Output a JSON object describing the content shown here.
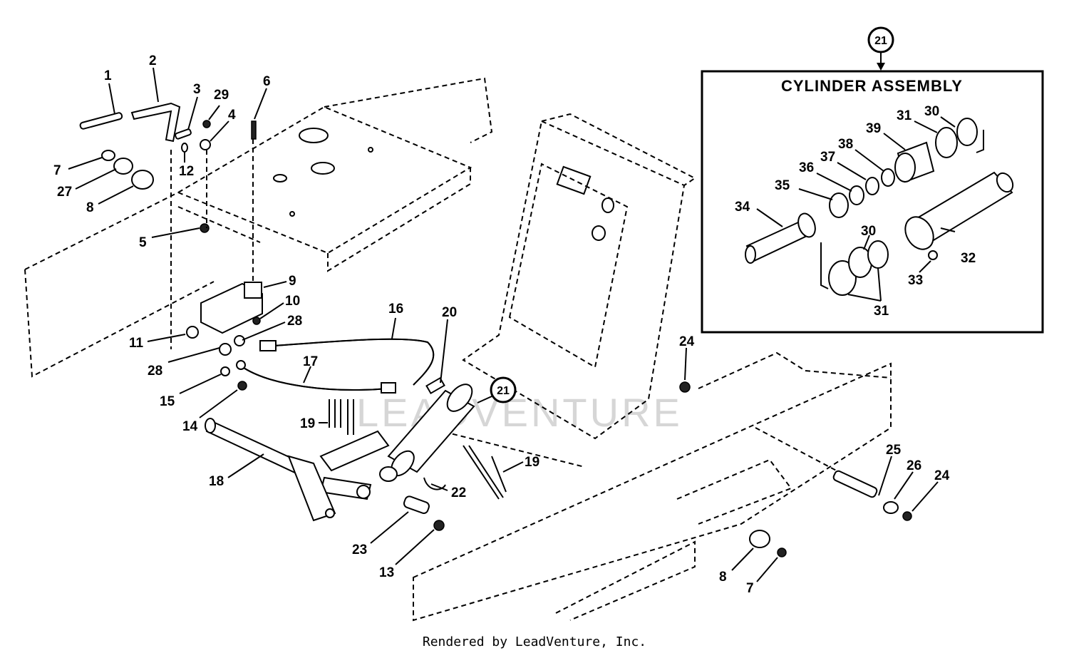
{
  "inset": {
    "title": "CYLINDER ASSEMBLY",
    "callout": "21"
  },
  "main_callout": "21",
  "labels": {
    "l1": "1",
    "l2": "2",
    "l3": "3",
    "l29": "29",
    "l4": "4",
    "l6": "6",
    "l7a": "7",
    "l27": "27",
    "l8a": "8",
    "l12": "12",
    "l5": "5",
    "l9": "9",
    "l10": "10",
    "l28a": "28",
    "l11": "11",
    "l28b": "28",
    "l15": "15",
    "l14": "14",
    "l16": "16",
    "l17": "17",
    "l20": "20",
    "l19a": "19",
    "l19b": "19",
    "l18": "18",
    "l22": "22",
    "l23": "23",
    "l13": "13",
    "l24a": "24",
    "l25": "25",
    "l26": "26",
    "l24b": "24",
    "l8b": "8",
    "l7b": "7",
    "i30a": "30",
    "i31a": "31",
    "i39": "39",
    "i38": "38",
    "i37": "37",
    "i36": "36",
    "i35": "35",
    "i34": "34",
    "i30b": "30",
    "i32": "32",
    "i33": "33",
    "i31b": "31"
  },
  "watermark": "LEADVENTURE",
  "footer": "Rendered by LeadVenture, Inc."
}
